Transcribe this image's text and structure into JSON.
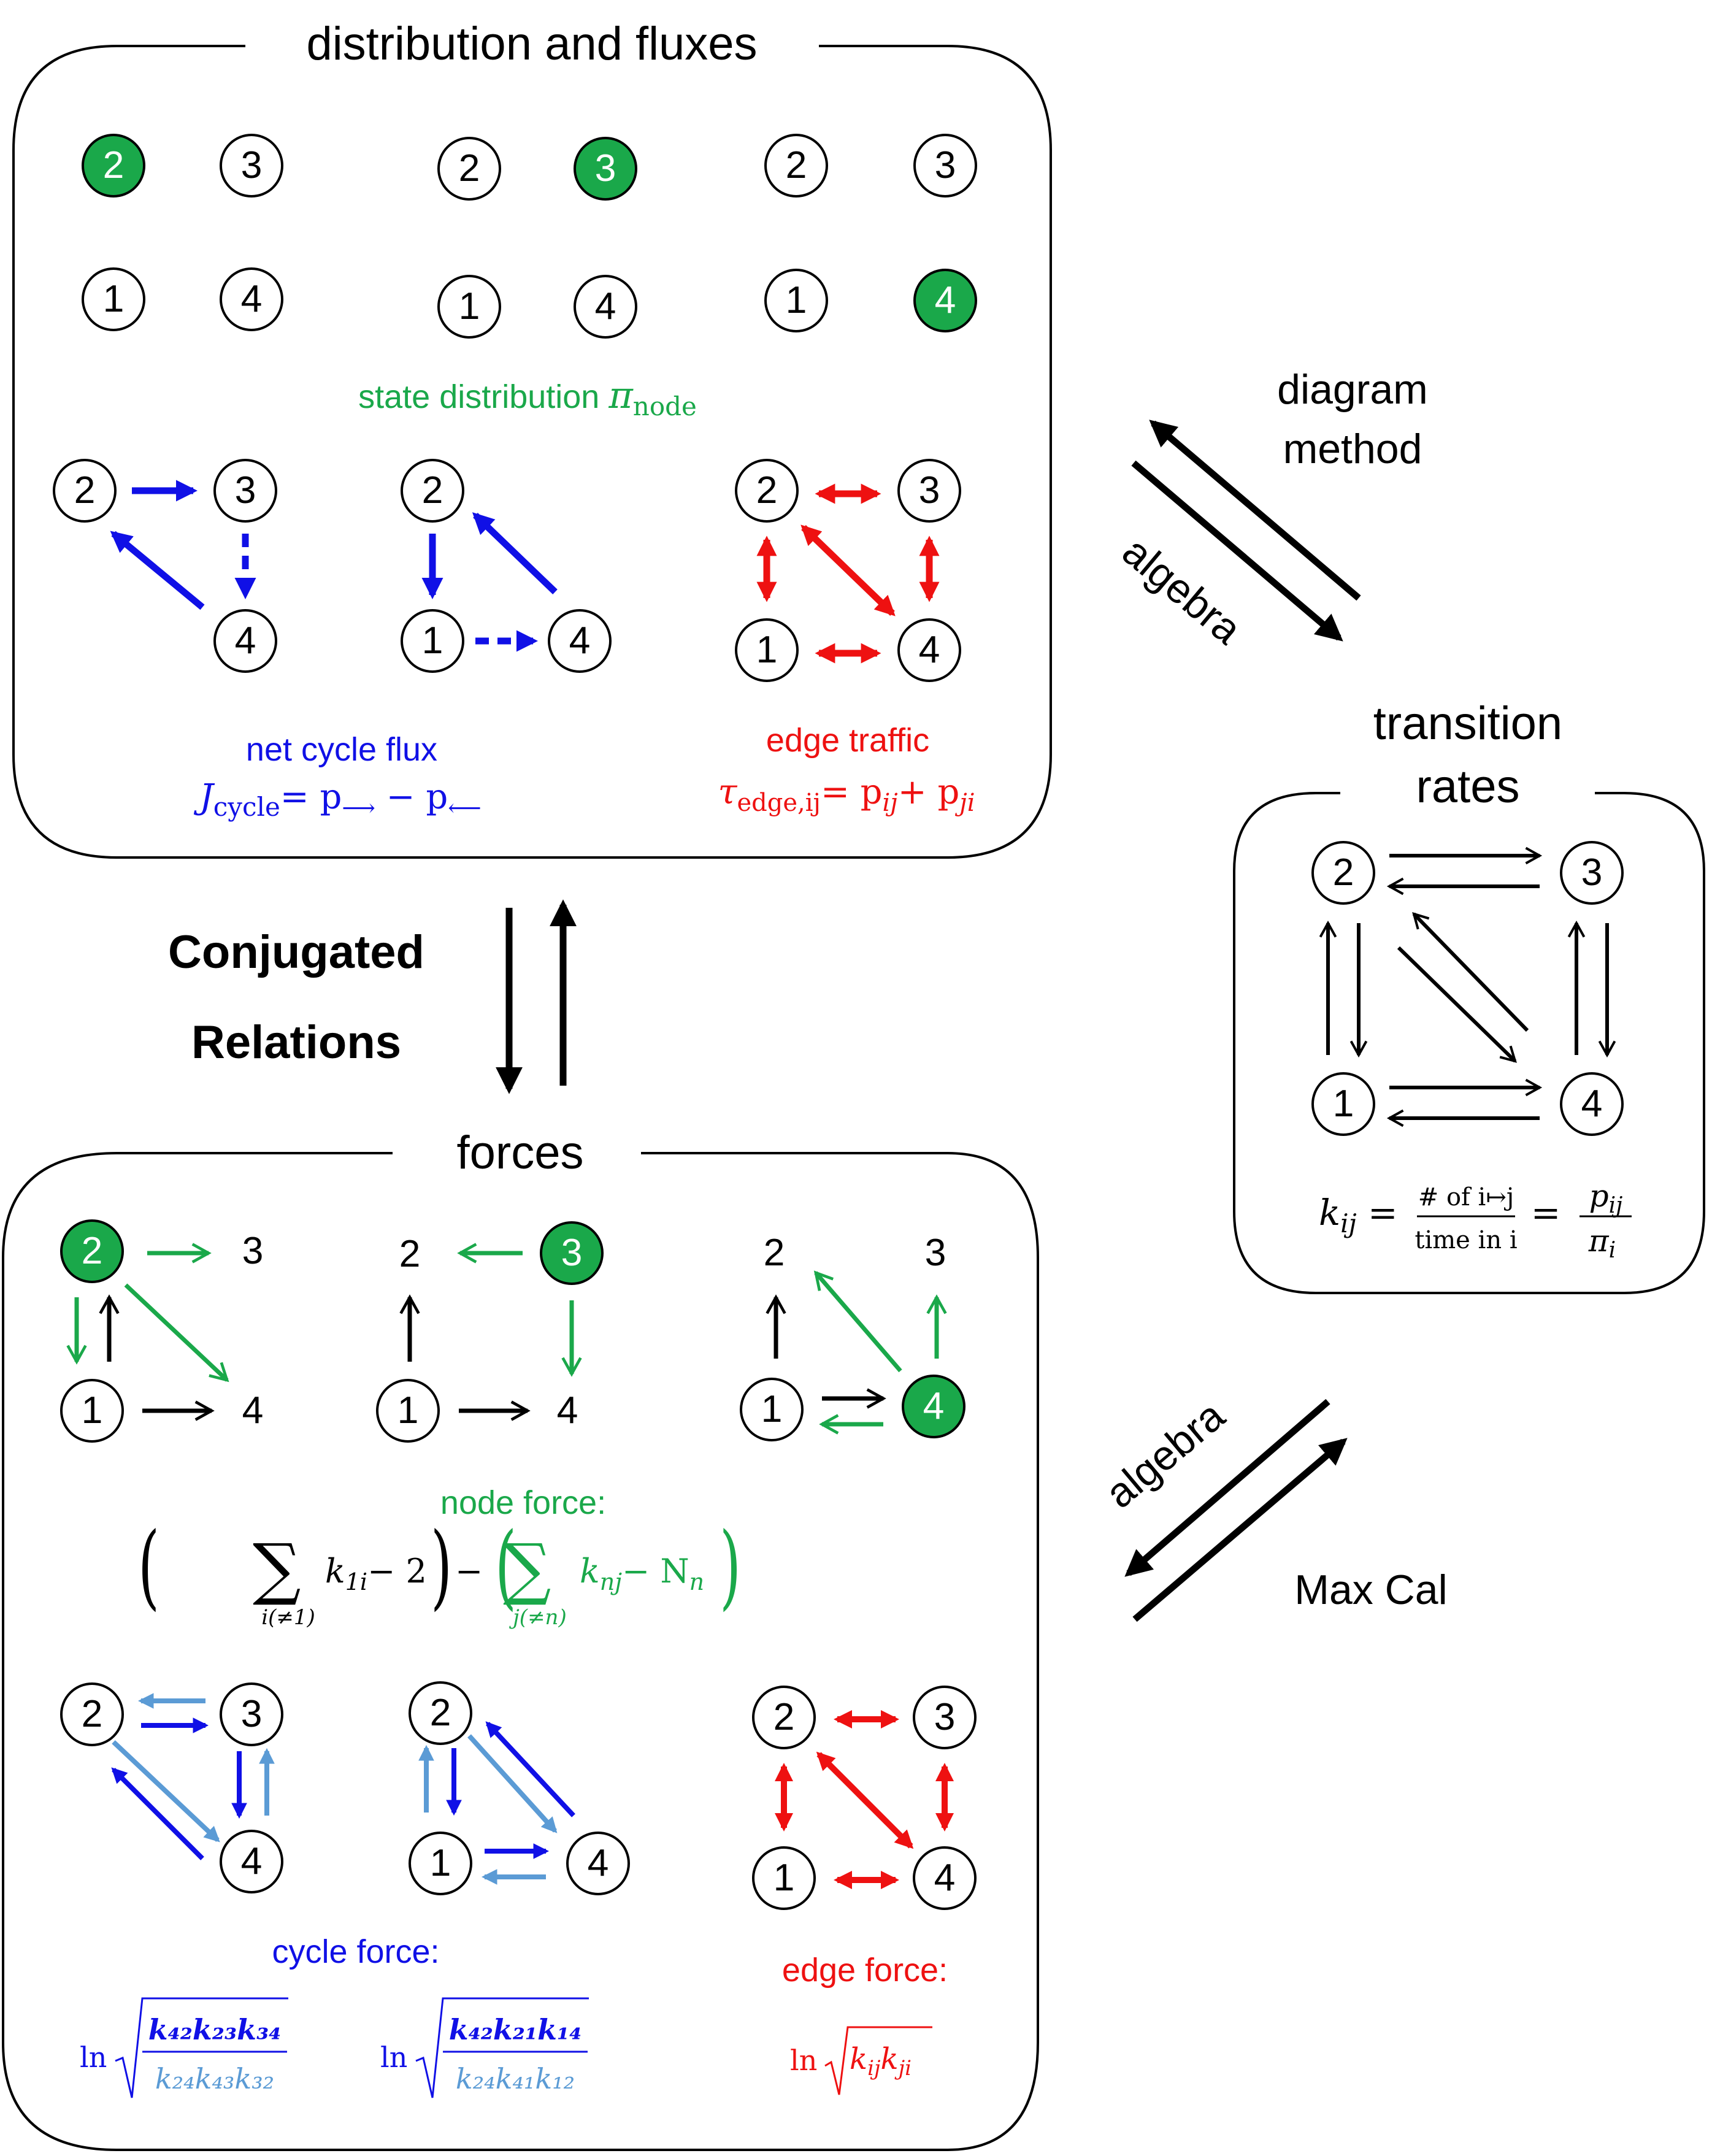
{
  "colors": {
    "green": "#1aa84a",
    "blue": "#1010e6",
    "lightblue": "#5b9bd5",
    "red": "#ee1111",
    "black": "#000000"
  },
  "panels": {
    "distribution": {
      "title": "distribution and fluxes"
    },
    "forces": {
      "title": "forces"
    },
    "rates": {
      "title_line1": "transition",
      "title_line2": "rates"
    }
  },
  "labels": {
    "diagram_method_1": "diagram",
    "diagram_method_2": "method",
    "algebra_top": "algebra",
    "algebra_bottom": "algebra",
    "max_cal": "Max Cal",
    "conjugated": "Conjugated",
    "relations": "Relations"
  },
  "nodes": [
    "1",
    "2",
    "3",
    "4"
  ],
  "distribution": {
    "state_label": "state distribution ",
    "state_symbol": "π",
    "state_sub": "node",
    "cycle_flux_label": "net cycle flux",
    "cycle_flux_formula": "J",
    "cycle_flux_sub": "cycle",
    "cycle_flux_rhs": "= p",
    "edge_traffic_label": "edge traffic",
    "edge_traffic_symbol": "τ",
    "edge_traffic_sub": "edge,ij",
    "edge_traffic_rhs": "= p",
    "edge_traffic_rhs2": "+ p"
  },
  "rates": {
    "formula_lhs": "k",
    "formula_sub": "ij",
    "frac1_num": "# of i↦j",
    "frac1_den": "time in i",
    "frac2_num": "p",
    "frac2_num_sub": "ij",
    "frac2_den": "π",
    "frac2_den_sub": "i"
  },
  "forces": {
    "node_force_label": "node force:",
    "node_force_sum1_sub": "i(≠1)",
    "node_force_k1": "k",
    "node_force_k1_sub": "1i",
    "node_force_minus2": "− 2",
    "node_force_sum2_sub": "j(≠n)",
    "node_force_kn": "k",
    "node_force_kn_sub": "nj",
    "node_force_Nn": "− N",
    "node_force_Nn_sub": "n",
    "cycle_force_label": "cycle force:",
    "edge_force_label": "edge force:",
    "ln": "ln",
    "cycle1_num": "k₄₂k₂₃k₃₄",
    "cycle1_den": "k₂₄k₄₃k₃₂",
    "cycle2_num": "k₄₂k₂₁k₁₄",
    "cycle2_den": "k₂₄k₄₁k₁₂",
    "edge_force_k": "k",
    "edge_force_k_sub1": "ij",
    "edge_force_k_sub2": "ji"
  }
}
